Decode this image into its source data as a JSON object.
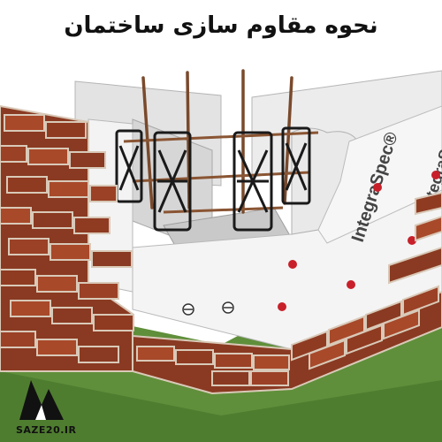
{
  "title": "نحوه مقاوم سازی ساختمان",
  "panel_brand": "IntegraSpec®",
  "panel_brand_right": "IntegraSpec",
  "logo": {
    "text": "SAZE20.IR"
  },
  "colors": {
    "brick": "#8a3a22",
    "brick_light": "#a8492a",
    "mortar": "#d9c9b8",
    "grass": "#5f8f3a",
    "foam": "#f1f1f1",
    "foam_shade": "#cfcfcf",
    "rebar": "#7a4a2c",
    "tie": "#1a1a1a",
    "fastener": "#c8202a"
  }
}
